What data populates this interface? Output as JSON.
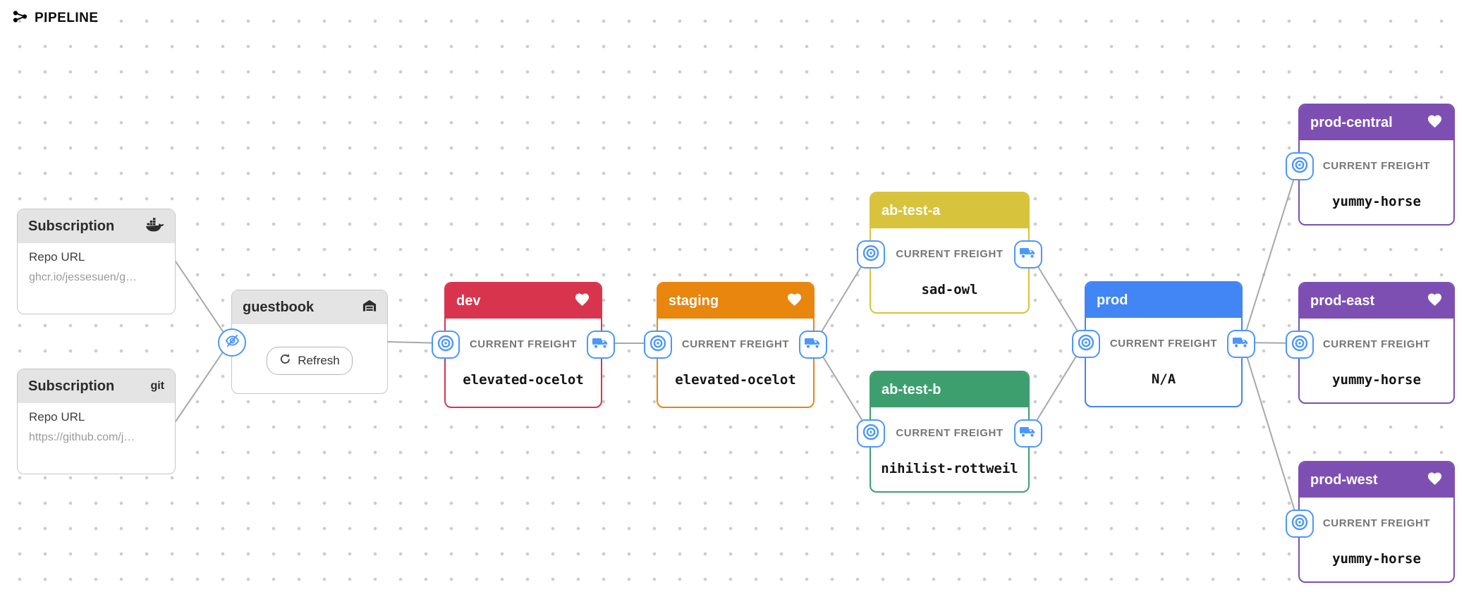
{
  "app": {
    "title": "PIPELINE"
  },
  "freight_label": "CURRENT FREIGHT",
  "subscriptions": [
    {
      "title": "Subscription",
      "icon": "docker-icon",
      "repo_label": "Repo URL",
      "repo_url": "ghcr.io/jessesuen/g…"
    },
    {
      "title": "Subscription",
      "icon": "git-icon",
      "git_label": "git",
      "repo_label": "Repo URL",
      "repo_url": "https://github.com/j…"
    }
  ],
  "warehouse": {
    "title": "guestbook",
    "refresh_label": "Refresh"
  },
  "stages": [
    {
      "name": "dev",
      "freight": "elevated-ocelot",
      "color": "#d9344e",
      "favorite": true,
      "has_output": true
    },
    {
      "name": "staging",
      "freight": "elevated-ocelot",
      "color": "#e8860d",
      "favorite": true,
      "has_output": true
    },
    {
      "name": "ab-test-a",
      "freight": "sad-owl",
      "color": "#d8c33c",
      "favorite": false,
      "has_output": true
    },
    {
      "name": "ab-test-b",
      "freight": "nihilist-rottweil",
      "color": "#3d9f6e",
      "favorite": false,
      "has_output": true
    },
    {
      "name": "prod",
      "freight": "N/A",
      "color": "#4285f4",
      "favorite": false,
      "has_output": true
    },
    {
      "name": "prod-central",
      "freight": "yummy-horse",
      "color": "#7d4fb3",
      "favorite": true,
      "has_output": false
    },
    {
      "name": "prod-east",
      "freight": "yummy-horse",
      "color": "#7d4fb3",
      "favorite": true,
      "has_output": false
    },
    {
      "name": "prod-west",
      "freight": "yummy-horse",
      "color": "#7d4fb3",
      "favorite": true,
      "has_output": false
    }
  ],
  "icons": {
    "app": "pipeline-icon",
    "subscription_docker": "docker-icon",
    "subscription_git": "git-icon",
    "warehouse": "warehouse-icon",
    "hide_subscriptions": "eye-invisible-icon",
    "stage_input": "target-icon",
    "stage_output": "truck-icon",
    "favorite": "heart-icon",
    "refresh": "refresh-icon"
  },
  "colors": {
    "badge_accent": "#4a97ff",
    "connection": "#a8a8a8",
    "subscription_header": "#e4e4e4"
  }
}
